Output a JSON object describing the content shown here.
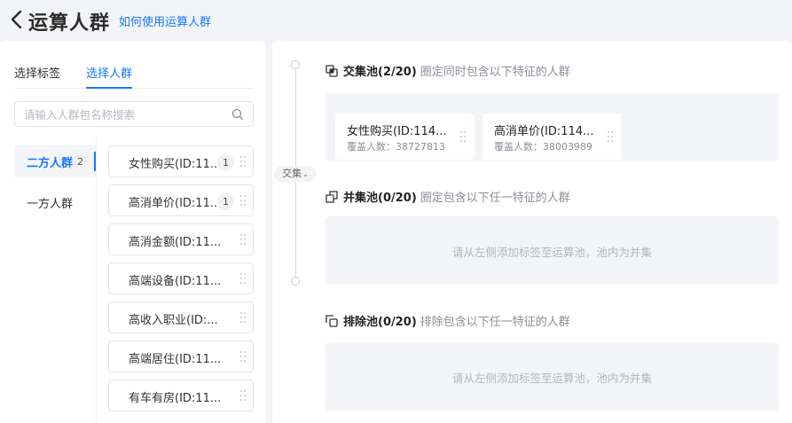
{
  "header": {
    "title": "运算人群",
    "help_link": "如何使用运算人群"
  },
  "left_panel": {
    "tabs": [
      {
        "label": "选择标签",
        "active": false
      },
      {
        "label": "选择人群",
        "active": true
      }
    ],
    "search": {
      "value": "",
      "placeholder": "请输入人群包名称搜索"
    },
    "categories": [
      {
        "label": "二方人群",
        "count": "2",
        "active": true
      },
      {
        "label": "一方人群",
        "count": "",
        "active": false
      }
    ],
    "items": [
      {
        "name": "女性购买(ID:11...",
        "badge": "1"
      },
      {
        "name": "高消单价(ID:11...",
        "badge": "1"
      },
      {
        "name": "高消金额(ID:11...",
        "badge": ""
      },
      {
        "name": "高端设备(ID:11...",
        "badge": ""
      },
      {
        "name": "高收入职业(ID:...",
        "badge": ""
      },
      {
        "name": "高端居住(ID:11...",
        "badge": ""
      },
      {
        "name": "有车有房(ID:11...",
        "badge": ""
      }
    ]
  },
  "right_panel": {
    "operator": {
      "label": "交集",
      "chevron": "⌄"
    },
    "pools": [
      {
        "name": "交集池(2/20)",
        "description": "圈定同时包含以下特征的人群",
        "icon": "intersection-icon",
        "chips": [
          {
            "name": "女性购买(ID:114...",
            "coverage": "覆盖人数：38727813"
          },
          {
            "name": "高消单价(ID:114...",
            "coverage": "覆盖人数：38003989"
          }
        ]
      },
      {
        "name": "并集池(0/20)",
        "description": "圈定包含以下任一特征的人群",
        "icon": "union-icon",
        "empty_text": "请从左侧添加标签至运算池，池内为并集"
      },
      {
        "name": "排除池(0/20)",
        "description": "排除包含以下任一特征的人群",
        "icon": "exclude-icon",
        "empty_text": "请从左侧添加标签至运算池，池内为并集"
      }
    ]
  },
  "colors": {
    "accent": "#1677ff",
    "page_bg": "#f3f4f7",
    "panel_bg": "#ffffff",
    "muted_text": "#8a8f97"
  }
}
